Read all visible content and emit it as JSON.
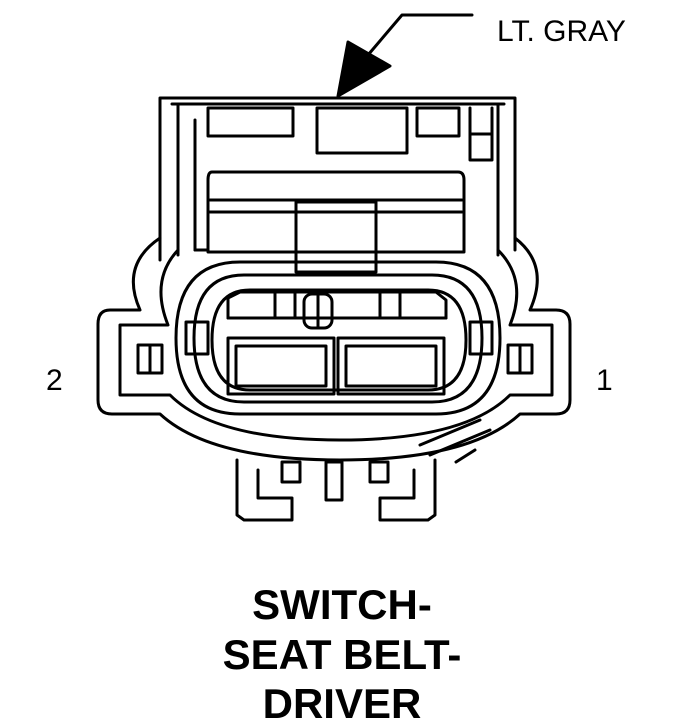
{
  "callout": {
    "color_label": "LT. GRAY"
  },
  "pins": {
    "left": "2",
    "right": "1"
  },
  "title": {
    "line1": "SWITCH-",
    "line2": "SEAT BELT-",
    "line3": "DRIVER"
  },
  "colors": {
    "line": "#000000",
    "background": "#ffffff"
  }
}
